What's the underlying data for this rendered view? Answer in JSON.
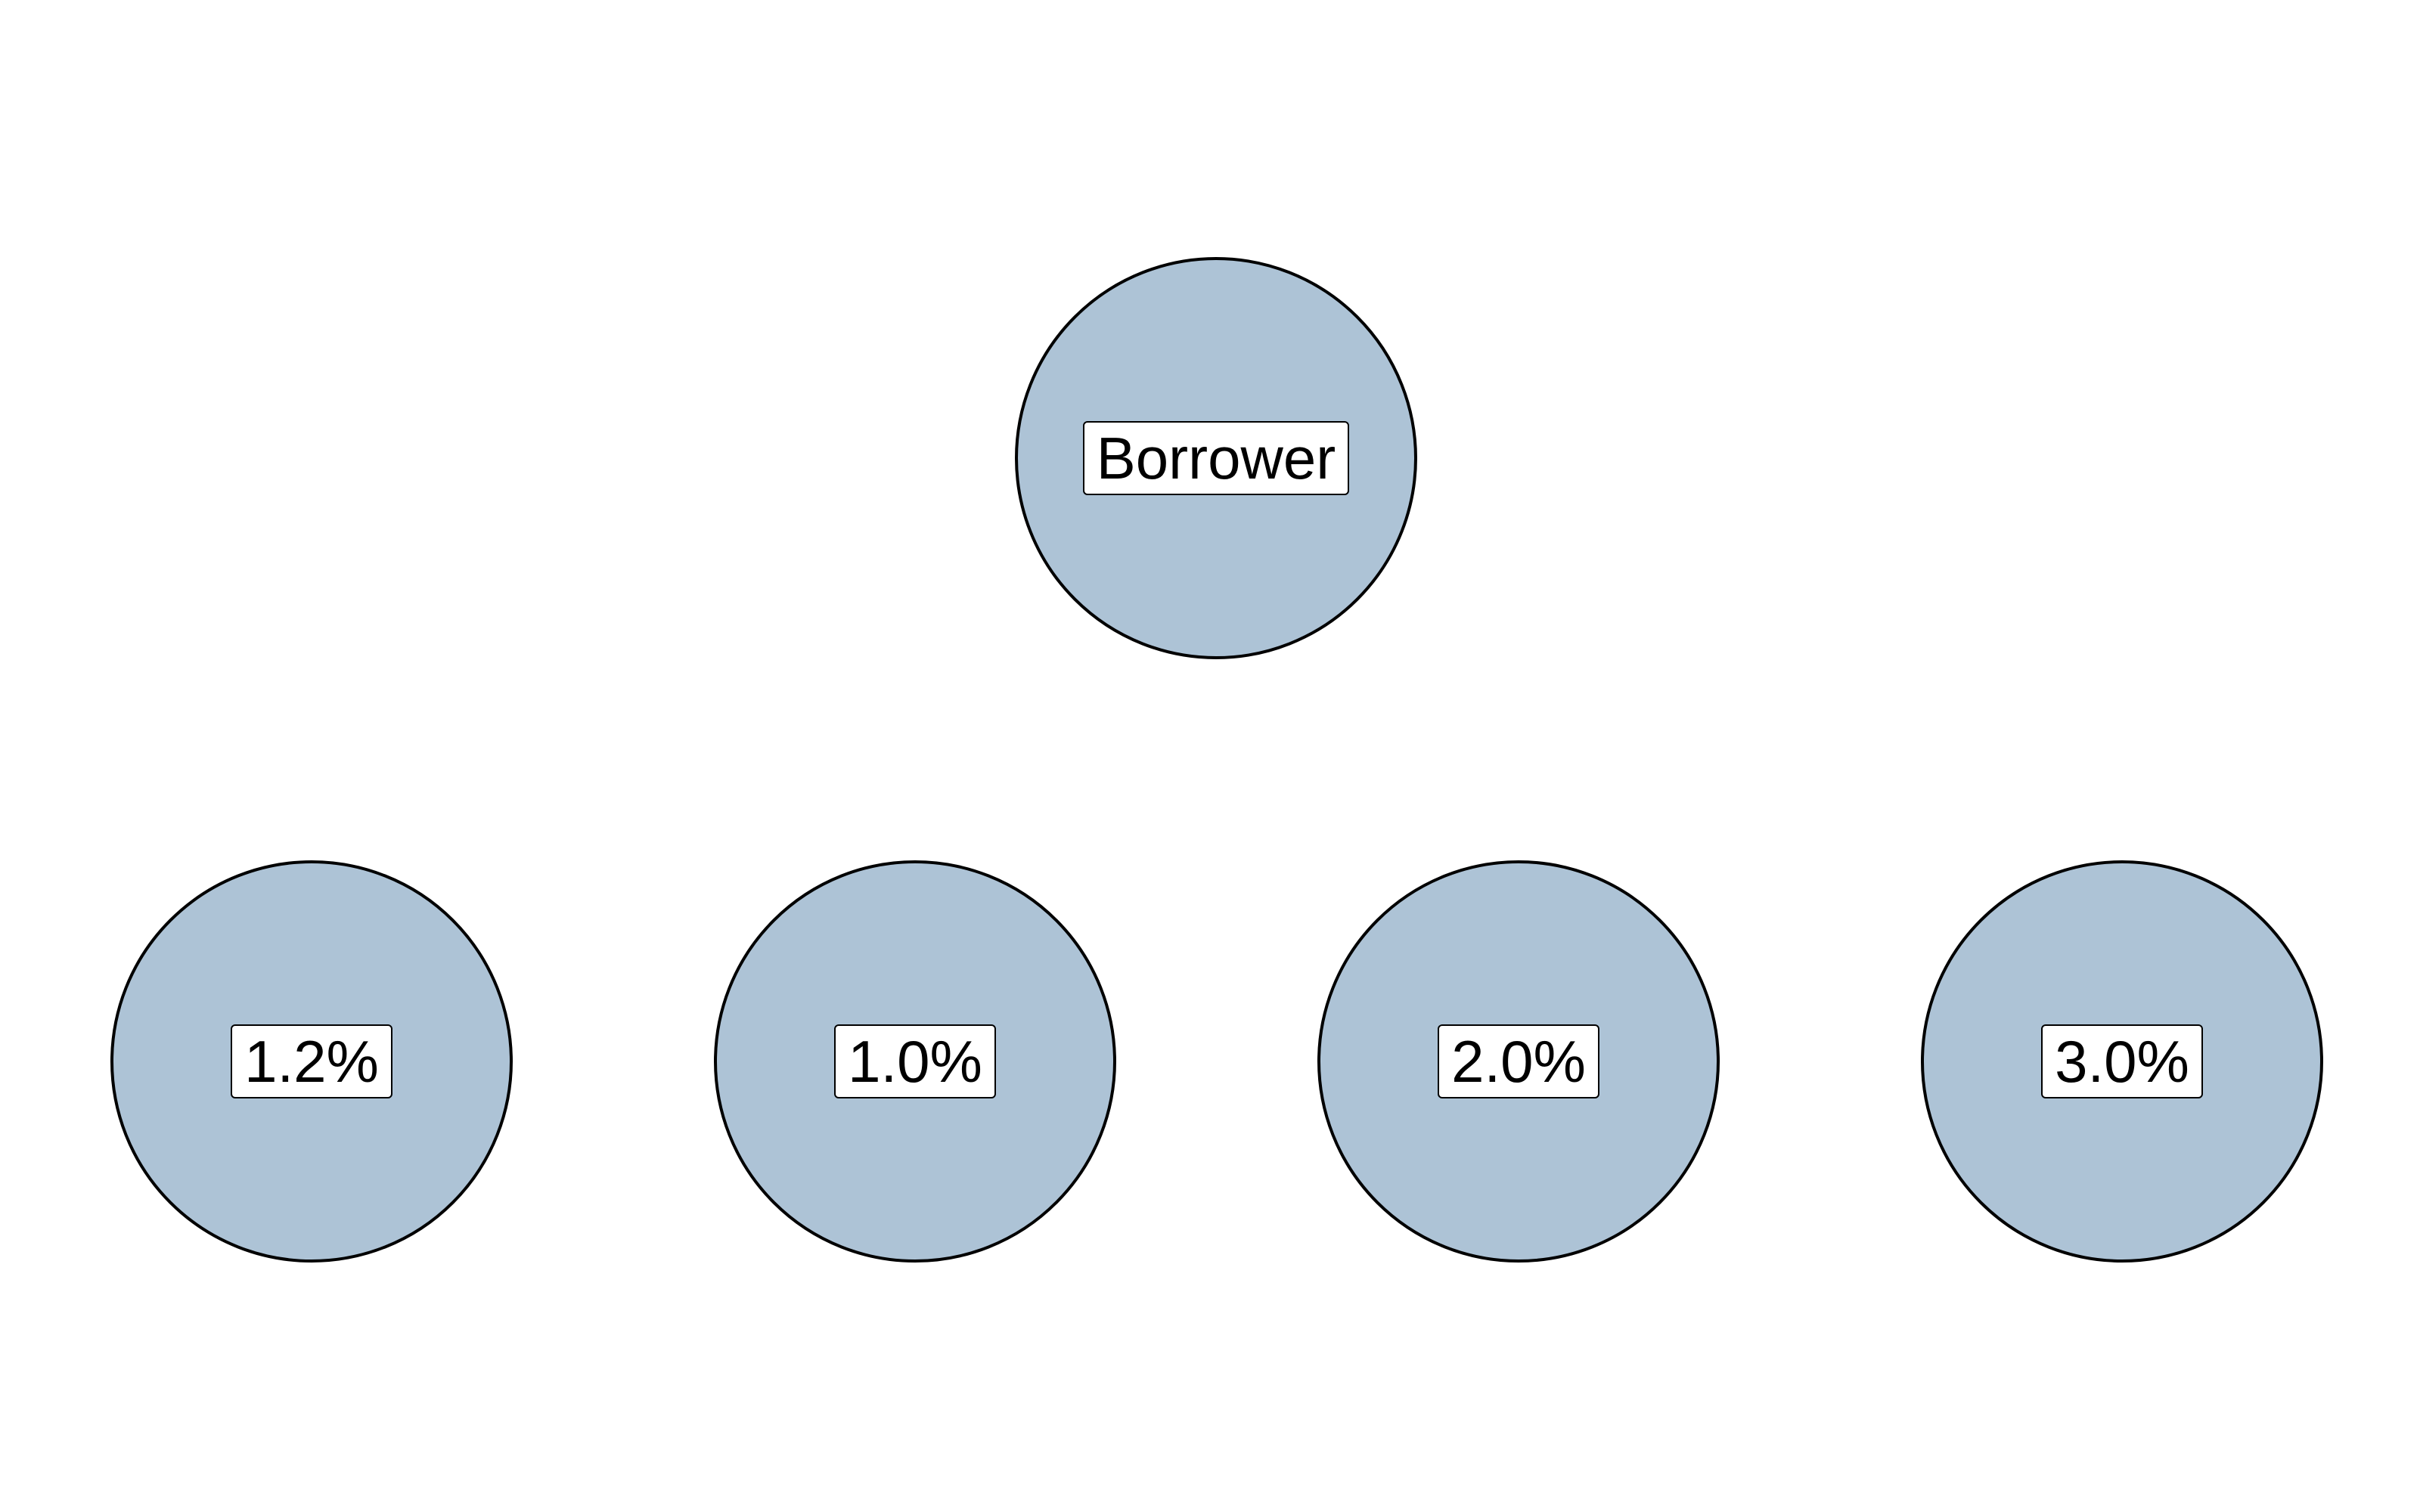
{
  "diagram": {
    "node_fill": "#adc3d6",
    "node_stroke": "#000000",
    "root": {
      "label": "Borrower"
    },
    "children": [
      {
        "label": "1.2%"
      },
      {
        "label": "1.0%"
      },
      {
        "label": "2.0%"
      },
      {
        "label": "3.0%"
      }
    ]
  }
}
